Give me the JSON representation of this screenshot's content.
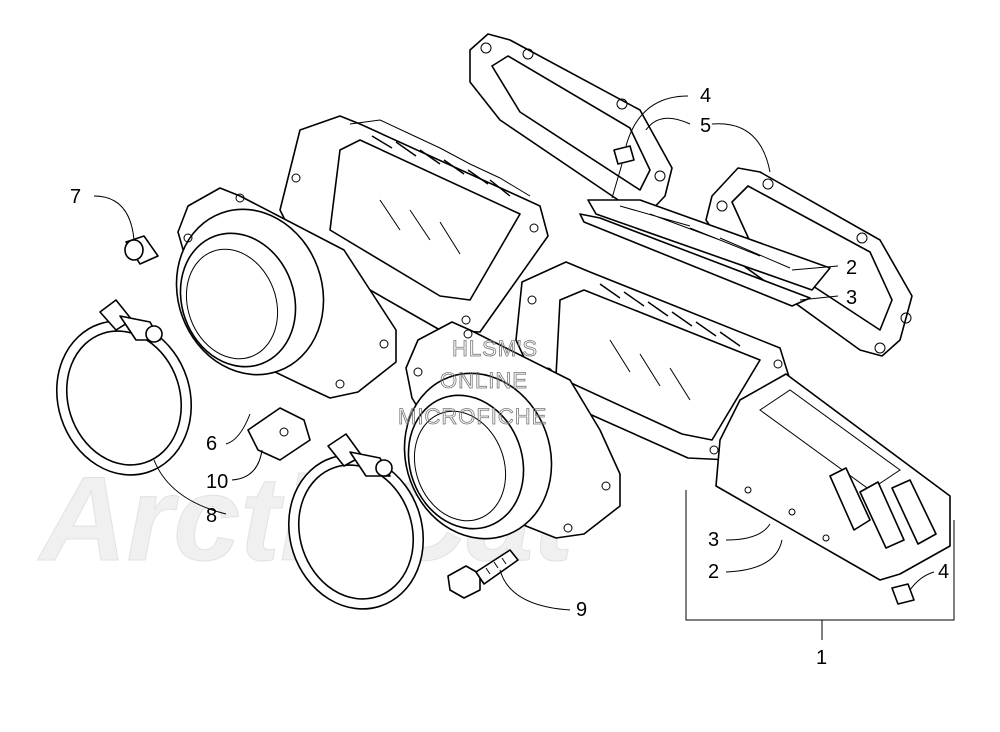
{
  "diagram": {
    "callouts": [
      {
        "id": "c1",
        "text": "1"
      },
      {
        "id": "c2a",
        "text": "2"
      },
      {
        "id": "c2b",
        "text": "2"
      },
      {
        "id": "c3a",
        "text": "3"
      },
      {
        "id": "c3b",
        "text": "3"
      },
      {
        "id": "c4a",
        "text": "4"
      },
      {
        "id": "c4b",
        "text": "4"
      },
      {
        "id": "c5",
        "text": "5"
      },
      {
        "id": "c6",
        "text": "6"
      },
      {
        "id": "c7",
        "text": "7"
      },
      {
        "id": "c8",
        "text": "8"
      },
      {
        "id": "c9",
        "text": "9"
      },
      {
        "id": "c10",
        "text": "10"
      }
    ],
    "watermark": {
      "line1": "HLSM'S",
      "line2": "ONLINE",
      "line3": "MICROFICHE"
    },
    "background_logo": "ArcticCat",
    "colors": {
      "ink": "#000000",
      "paper": "#ffffff",
      "watermark": "#777777",
      "ghost_logo": "#f0f0f0"
    }
  }
}
